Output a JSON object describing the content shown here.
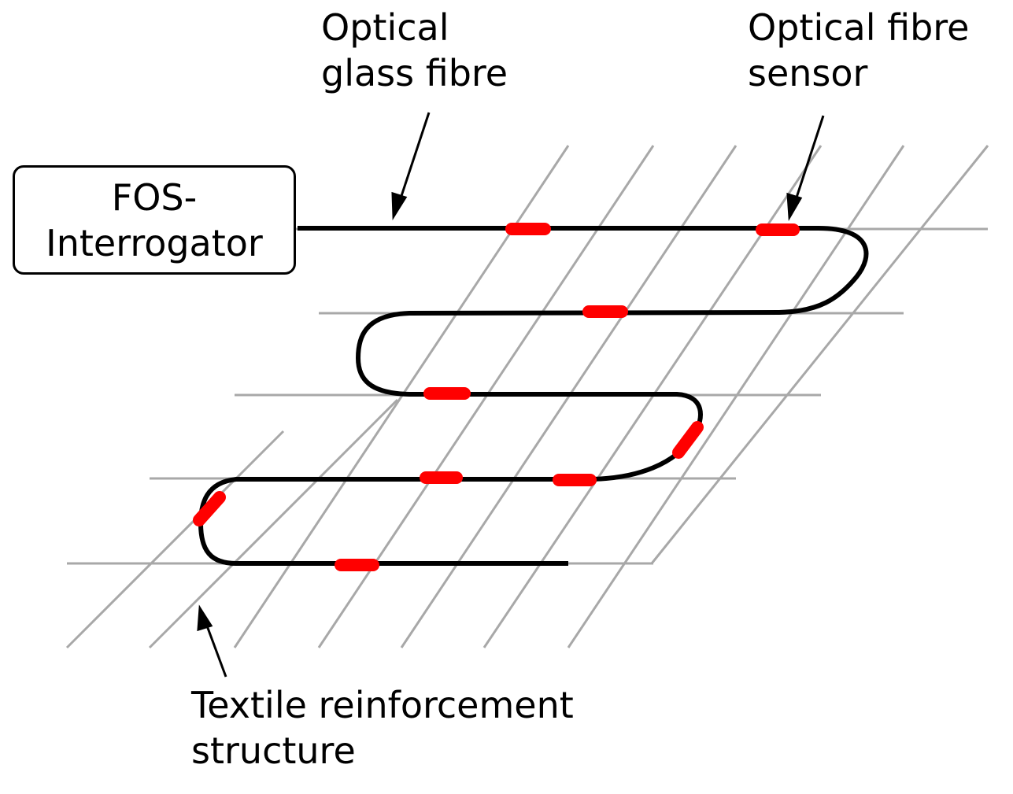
{
  "labels": {
    "glass_fibre": [
      "Optical",
      "glass fibre"
    ],
    "fibre_sensor": [
      "Optical fibre",
      "sensor"
    ],
    "textile": [
      "Textile reinforcement",
      "structure"
    ],
    "interrogator": [
      "FOS-",
      "Interrogator"
    ]
  },
  "colors": {
    "grid": "#a8a8a8",
    "fibre": "#000000",
    "sensor": "#ff0000",
    "text": "#000000"
  },
  "icons": {
    "arrow": "arrow-icon"
  }
}
